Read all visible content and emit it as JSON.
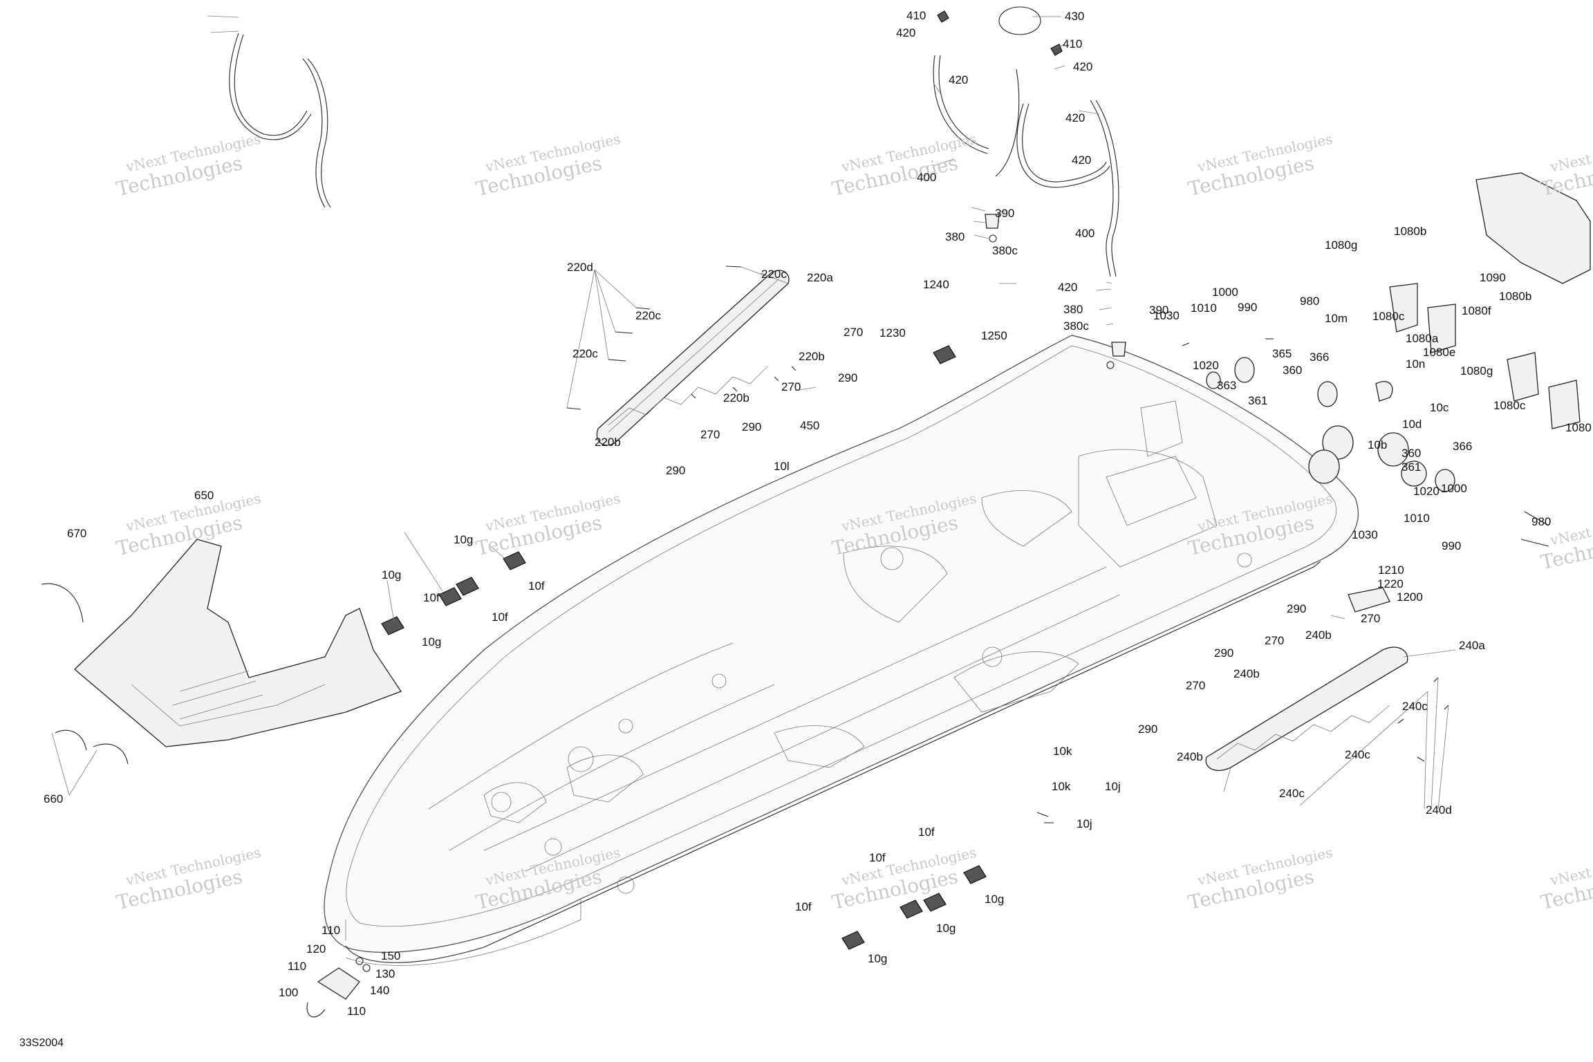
{
  "diagram": {
    "reference_code": "33S2004",
    "watermark_line1": "vNext Technologies",
    "watermark_line2": "Technologies",
    "part_numbers": [
      "410",
      "420",
      "430",
      "410",
      "420",
      "420",
      "400",
      "420",
      "390",
      "380",
      "380c",
      "420",
      "400",
      "420",
      "390",
      "380",
      "380c",
      "220d",
      "220c",
      "220a",
      "220c",
      "270",
      "220c",
      "220b",
      "290",
      "270",
      "220b",
      "290",
      "220b",
      "270",
      "450",
      "290",
      "10l",
      "1240",
      "1230",
      "1250",
      "1000",
      "1030",
      "1010",
      "990",
      "980",
      "1020",
      "365",
      "360",
      "363",
      "366",
      "361",
      "10c",
      "10d",
      "10b",
      "1080g",
      "1080b",
      "1090",
      "10m",
      "1080c",
      "1080f",
      "1080b",
      "10n",
      "1080a",
      "1080e",
      "1080g",
      "1080c",
      "1080",
      "360",
      "366",
      "361",
      "1000",
      "1020",
      "980",
      "1030",
      "1010",
      "990",
      "1210",
      "1220",
      "1200",
      "650",
      "670",
      "10g",
      "10f",
      "10g",
      "10f",
      "10g",
      "10f",
      "660",
      "290",
      "270",
      "240b",
      "240a",
      "290",
      "270",
      "240b",
      "270",
      "290",
      "240b",
      "240c",
      "240c",
      "10k",
      "10j",
      "240c",
      "10k",
      "240d",
      "10j",
      "10f",
      "10f",
      "10g",
      "10g",
      "10f",
      "10g",
      "110",
      "120",
      "150",
      "130",
      "140",
      "110",
      "100",
      "110"
    ]
  }
}
